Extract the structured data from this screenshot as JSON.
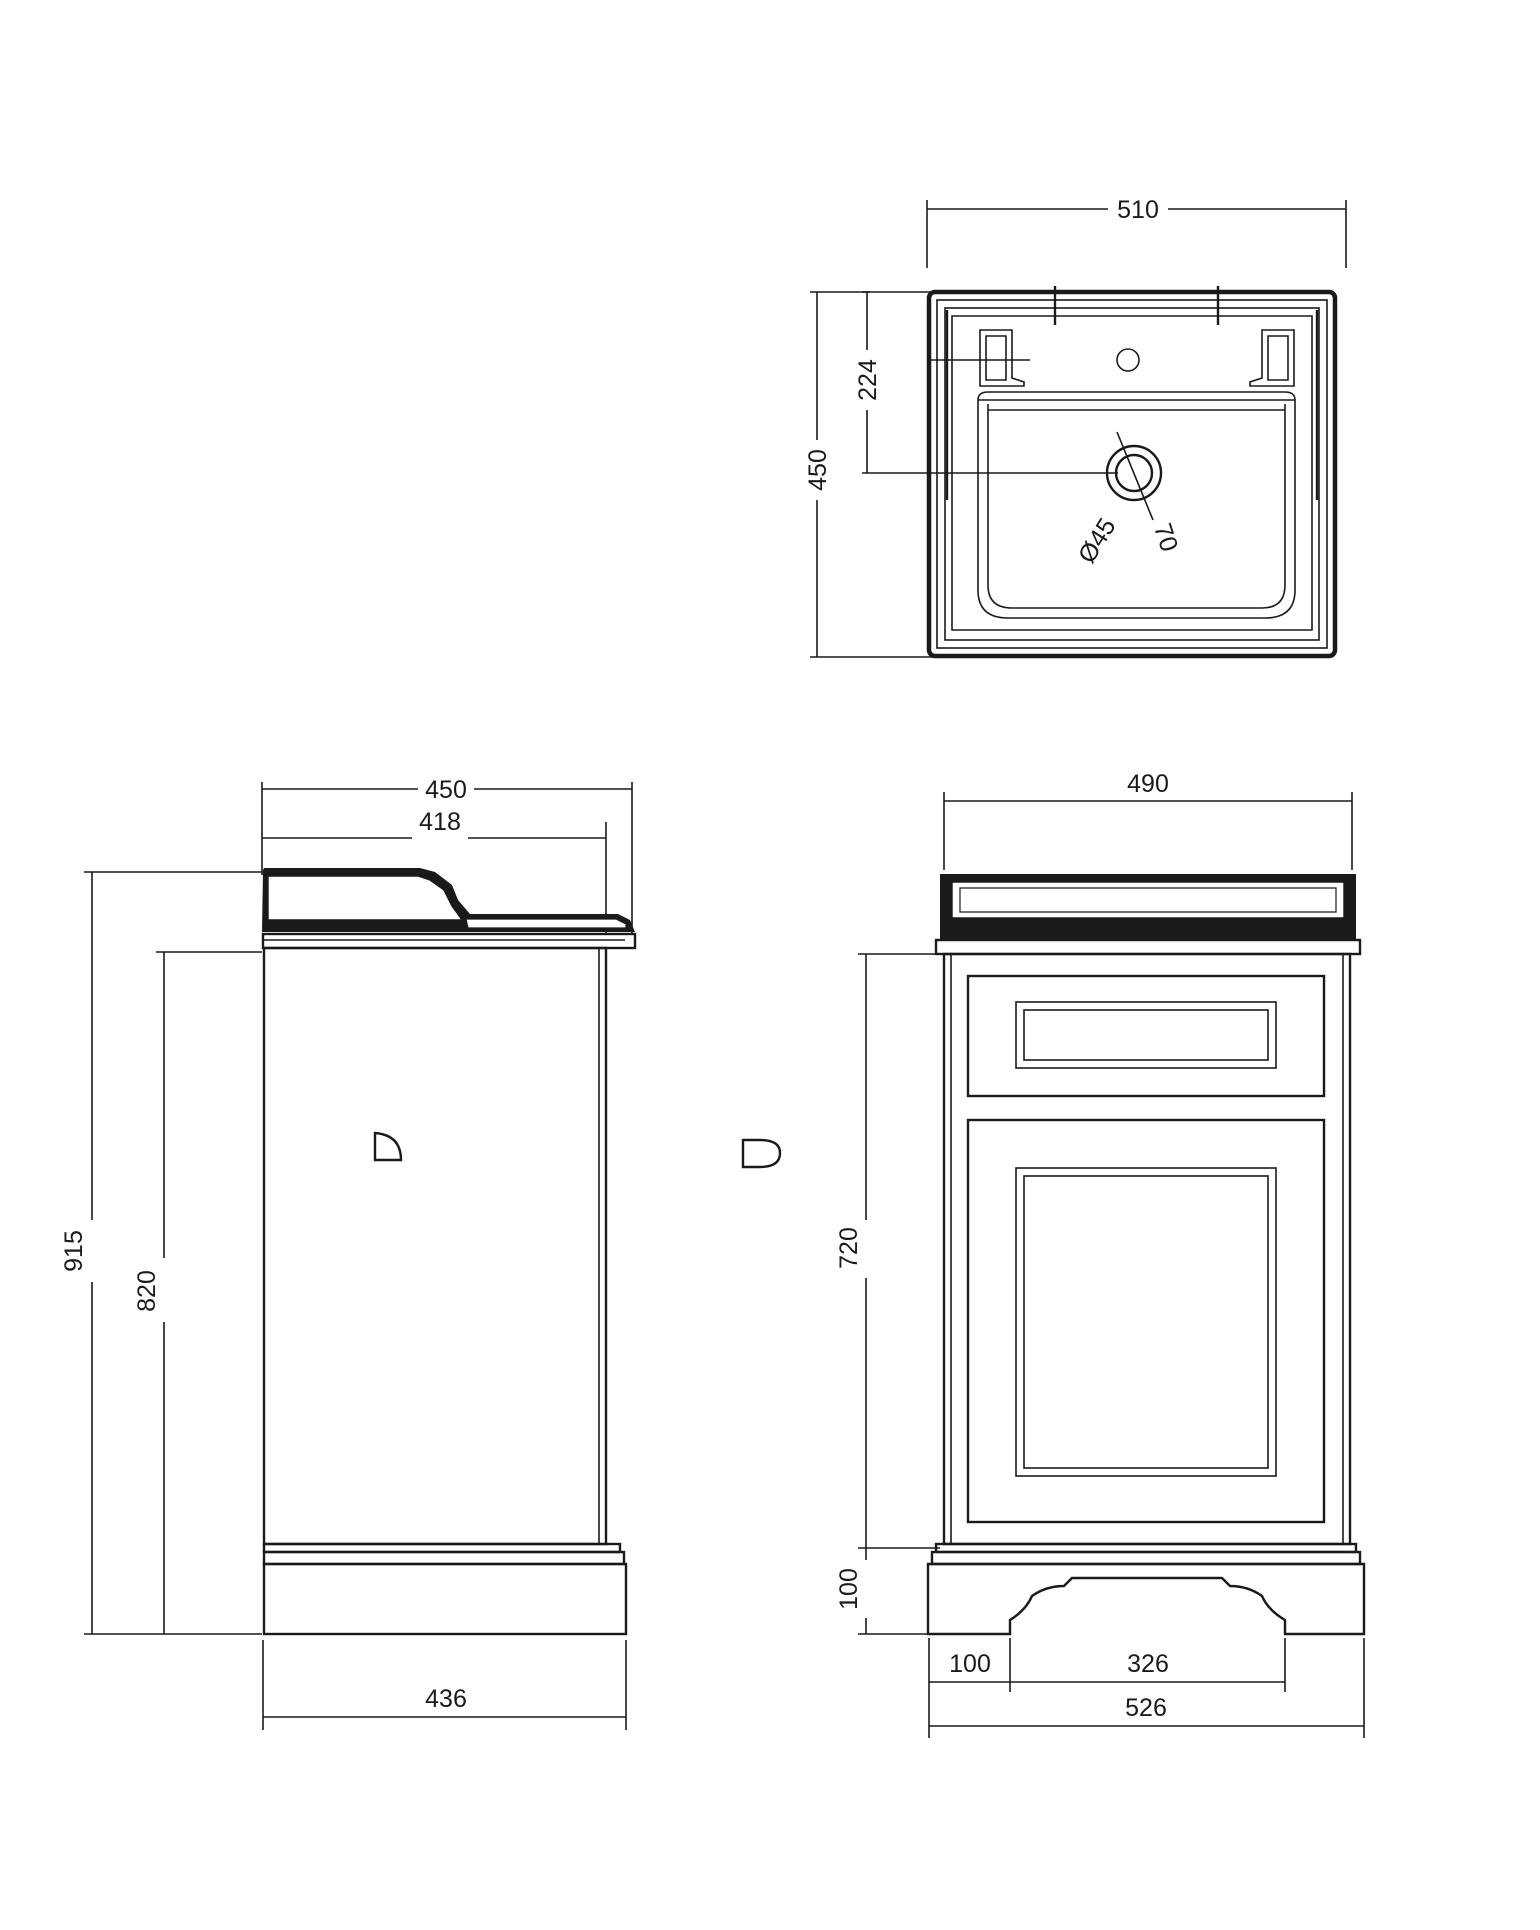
{
  "drawing": {
    "dimensions": {
      "top_width": "510",
      "top_depth": "450",
      "tap_hole_to_waste": "224",
      "waste_diameter": "Ø45",
      "waste_outer": "70",
      "side_top_depth": "450",
      "side_inner_depth": "418",
      "side_total_height": "915",
      "side_cabinet_height": "820",
      "side_plinth_depth": "436",
      "front_basin_width": "490",
      "front_cabinet_height": "720",
      "front_plinth_height": "100",
      "front_plinth_inset": "100",
      "front_plinth_cutout": "326",
      "front_total_width": "526"
    }
  }
}
